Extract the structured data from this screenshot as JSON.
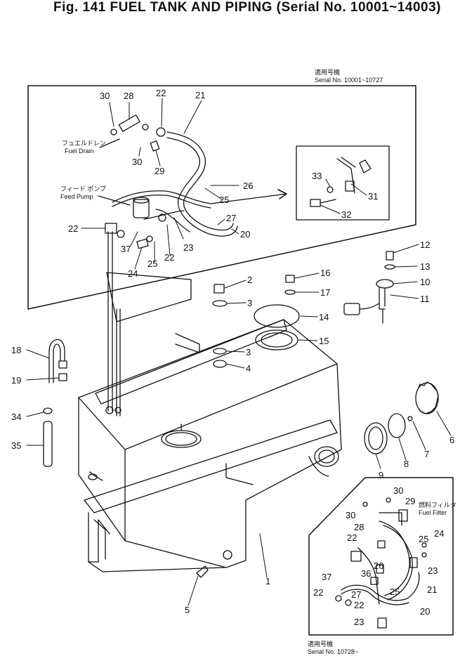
{
  "title": "Fig. 141 FUEL TANK AND PIPING (Serial No. 10001~14003)",
  "notes": {
    "upper_jp": "適用号機",
    "upper_serial": "Serial No. 10001~10727",
    "lower_jp": "適用号機",
    "lower_serial": "Serial No. 10728~",
    "fuel_drain_jp": "フュエルドレン",
    "fuel_drain_en": "Fuel Drain",
    "feed_pump_jp": "フィード ポンプ",
    "feed_pump_en": "Feed Pump",
    "fuel_filter_jp": "燃料フィルタ",
    "fuel_filter_en": "Fuel Filter"
  },
  "callouts": [
    {
      "id": "c30a",
      "text": "30"
    },
    {
      "id": "c28a",
      "text": "28"
    },
    {
      "id": "c22a",
      "text": "22"
    },
    {
      "id": "c21a",
      "text": "21"
    },
    {
      "id": "c30b",
      "text": "30"
    },
    {
      "id": "c29a",
      "text": "29"
    },
    {
      "id": "c26a",
      "text": "26"
    },
    {
      "id": "c25a",
      "text": "25"
    },
    {
      "id": "c33",
      "text": "33"
    },
    {
      "id": "c31",
      "text": "31"
    },
    {
      "id": "c32",
      "text": "32"
    },
    {
      "id": "c27a",
      "text": "27"
    },
    {
      "id": "c20a",
      "text": "20"
    },
    {
      "id": "c22b",
      "text": "22"
    },
    {
      "id": "c37a",
      "text": "37"
    },
    {
      "id": "c22c",
      "text": "22"
    },
    {
      "id": "c23a",
      "text": "23"
    },
    {
      "id": "c24a",
      "text": "24"
    },
    {
      "id": "c25b",
      "text": "25"
    },
    {
      "id": "c12",
      "text": "12"
    },
    {
      "id": "c13",
      "text": "13"
    },
    {
      "id": "c10",
      "text": "10"
    },
    {
      "id": "c11",
      "text": "11"
    },
    {
      "id": "c16",
      "text": "16"
    },
    {
      "id": "c17",
      "text": "17"
    },
    {
      "id": "c2",
      "text": "2"
    },
    {
      "id": "c3a",
      "text": "3"
    },
    {
      "id": "c14",
      "text": "14"
    },
    {
      "id": "c15",
      "text": "15"
    },
    {
      "id": "c3b",
      "text": "3"
    },
    {
      "id": "c4",
      "text": "4"
    },
    {
      "id": "c18",
      "text": "18"
    },
    {
      "id": "c19",
      "text": "19"
    },
    {
      "id": "c34",
      "text": "34"
    },
    {
      "id": "c35",
      "text": "35"
    },
    {
      "id": "c6",
      "text": "6"
    },
    {
      "id": "c7",
      "text": "7"
    },
    {
      "id": "c8",
      "text": "8"
    },
    {
      "id": "c9",
      "text": "9"
    },
    {
      "id": "c1",
      "text": "1"
    },
    {
      "id": "c5",
      "text": "5"
    },
    {
      "id": "c30c",
      "text": "30"
    },
    {
      "id": "c29b",
      "text": "29"
    },
    {
      "id": "c30d",
      "text": "30"
    },
    {
      "id": "c28b",
      "text": "28"
    },
    {
      "id": "c22d",
      "text": "22"
    },
    {
      "id": "c25c",
      "text": "25"
    },
    {
      "id": "c24b",
      "text": "24"
    },
    {
      "id": "c26b",
      "text": "26"
    },
    {
      "id": "c23b",
      "text": "23"
    },
    {
      "id": "c37b",
      "text": "37"
    },
    {
      "id": "c36",
      "text": "36"
    },
    {
      "id": "c21b",
      "text": "21"
    },
    {
      "id": "c25d",
      "text": "25"
    },
    {
      "id": "c22e",
      "text": "22"
    },
    {
      "id": "c27b",
      "text": "27"
    },
    {
      "id": "c22f",
      "text": "22"
    },
    {
      "id": "c20b",
      "text": "20"
    },
    {
      "id": "c23c",
      "text": "23"
    }
  ]
}
